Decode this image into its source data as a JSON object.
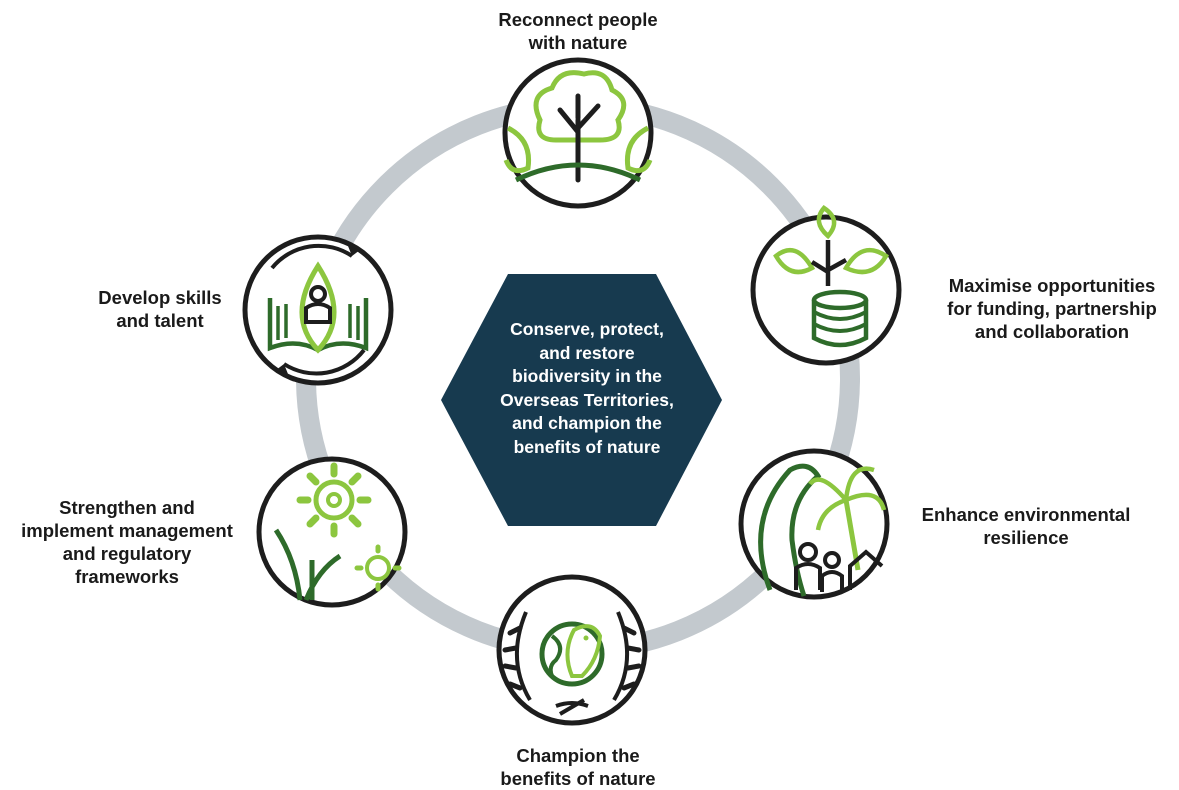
{
  "center_goal": {
    "lines": [
      "Conserve, protect,",
      "and restore",
      "biodiversity in the",
      "Overseas Territories,",
      "and champion the",
      "benefits of nature"
    ]
  },
  "objectives": [
    {
      "lines": [
        "Reconnect people",
        "with nature"
      ],
      "icon": "tree-icon"
    },
    {
      "lines": [
        "Maximise opportunities",
        "for funding, partnership",
        "and collaboration"
      ],
      "icon": "sapling-coins-icon"
    },
    {
      "lines": [
        "Enhance environmental",
        "resilience"
      ],
      "icon": "wave-palm-family-icon"
    },
    {
      "lines": [
        "Champion the",
        "benefits of nature"
      ],
      "icon": "globe-fish-laurel-icon"
    },
    {
      "lines": [
        "Strengthen and",
        "implement management",
        "and regulatory",
        "frameworks"
      ],
      "icon": "gears-plant-icon"
    },
    {
      "lines": [
        "Develop skills",
        "and talent"
      ],
      "icon": "book-person-cycle-icon"
    }
  ],
  "colors": {
    "ring": "#c3c9ce",
    "hexagon": "#173a4f",
    "dark_green": "#2e6b2a",
    "light_green": "#8cc63f",
    "outline": "#1d1d1d"
  }
}
